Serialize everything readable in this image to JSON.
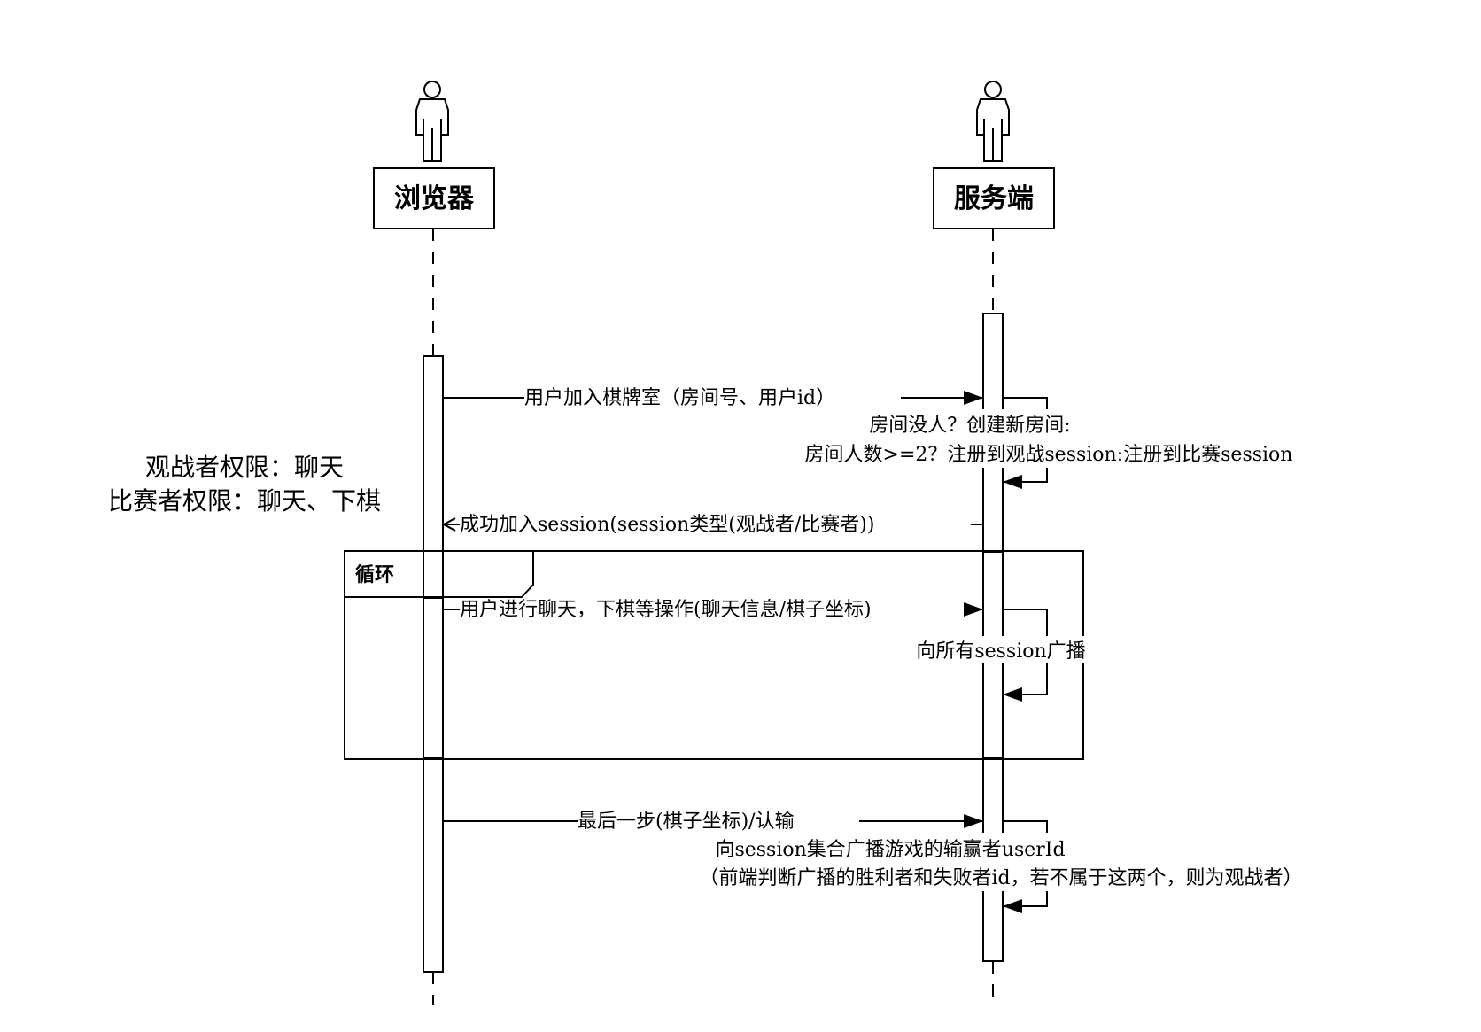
{
  "actors": [
    {
      "id": "browser",
      "name": "浏览器",
      "icon": "person-icon"
    },
    {
      "id": "server",
      "name": "服务端",
      "icon": "person-icon"
    }
  ],
  "note": {
    "line1": "观战者权限：聊天",
    "line2": "比赛者权限：聊天、下棋"
  },
  "loop_frame": {
    "label": "循环"
  },
  "messages": [
    {
      "from": "browser",
      "to": "server",
      "type": "sync",
      "text": "用户加入棋牌室（房间号、用户id）"
    },
    {
      "from": "server",
      "to": "server",
      "type": "self",
      "line1": "房间没人？创建新房间:",
      "line2": "房间人数>=2？注册到观战session:注册到比赛session"
    },
    {
      "from": "server",
      "to": "browser",
      "type": "reply",
      "text": "成功加入session(session类型(观战者/比赛者))"
    },
    {
      "from": "browser",
      "to": "server",
      "type": "sync",
      "text": "用户进行聊天，下棋等操作(聊天信息/棋子坐标)"
    },
    {
      "from": "server",
      "to": "server",
      "type": "self",
      "line1": "向所有session广播"
    },
    {
      "from": "browser",
      "to": "server",
      "type": "sync",
      "text": "最后一步(棋子坐标)/认输"
    },
    {
      "from": "server",
      "to": "server",
      "type": "self",
      "line1": "向session集合广播游戏的输赢者userId",
      "line2": "（前端判断广播的胜利者和失败者id，若不属于这两个，则为观战者）"
    }
  ],
  "colors": {
    "stroke": "#000000",
    "background": "#ffffff"
  }
}
